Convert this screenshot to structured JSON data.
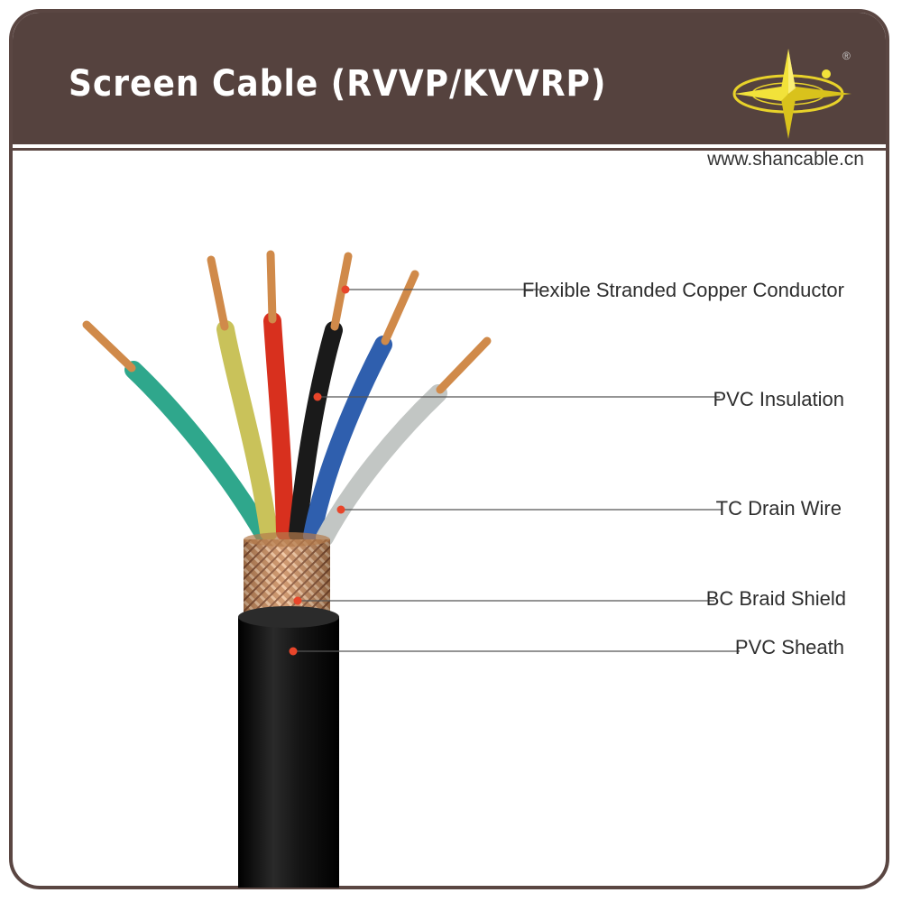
{
  "header": {
    "title": "Screen  Cable (RVVP/KVVRP)",
    "logo_icon": "star-compass-logo-icon",
    "registered_mark": "®"
  },
  "website": "www.shancable.cn",
  "callouts": [
    {
      "id": "conductor",
      "label": "Flexible Stranded Copper Conductor"
    },
    {
      "id": "insulation",
      "label": "PVC Insulation"
    },
    {
      "id": "drain",
      "label": "TC Drain Wire"
    },
    {
      "id": "braid",
      "label": "BC Braid Shield"
    },
    {
      "id": "sheath",
      "label": "PVC Sheath"
    }
  ],
  "colors": {
    "header_bg": "#55423e",
    "marker": "#e8452a",
    "copper": "#d08a4a",
    "sheath": "#141414",
    "wire_green": "#2fa78c",
    "wire_yellow": "#c9c25a",
    "wire_red": "#d8301e",
    "wire_black": "#1a1a1a",
    "wire_blue": "#2f5fae",
    "wire_grey": "#c2c6c4"
  }
}
